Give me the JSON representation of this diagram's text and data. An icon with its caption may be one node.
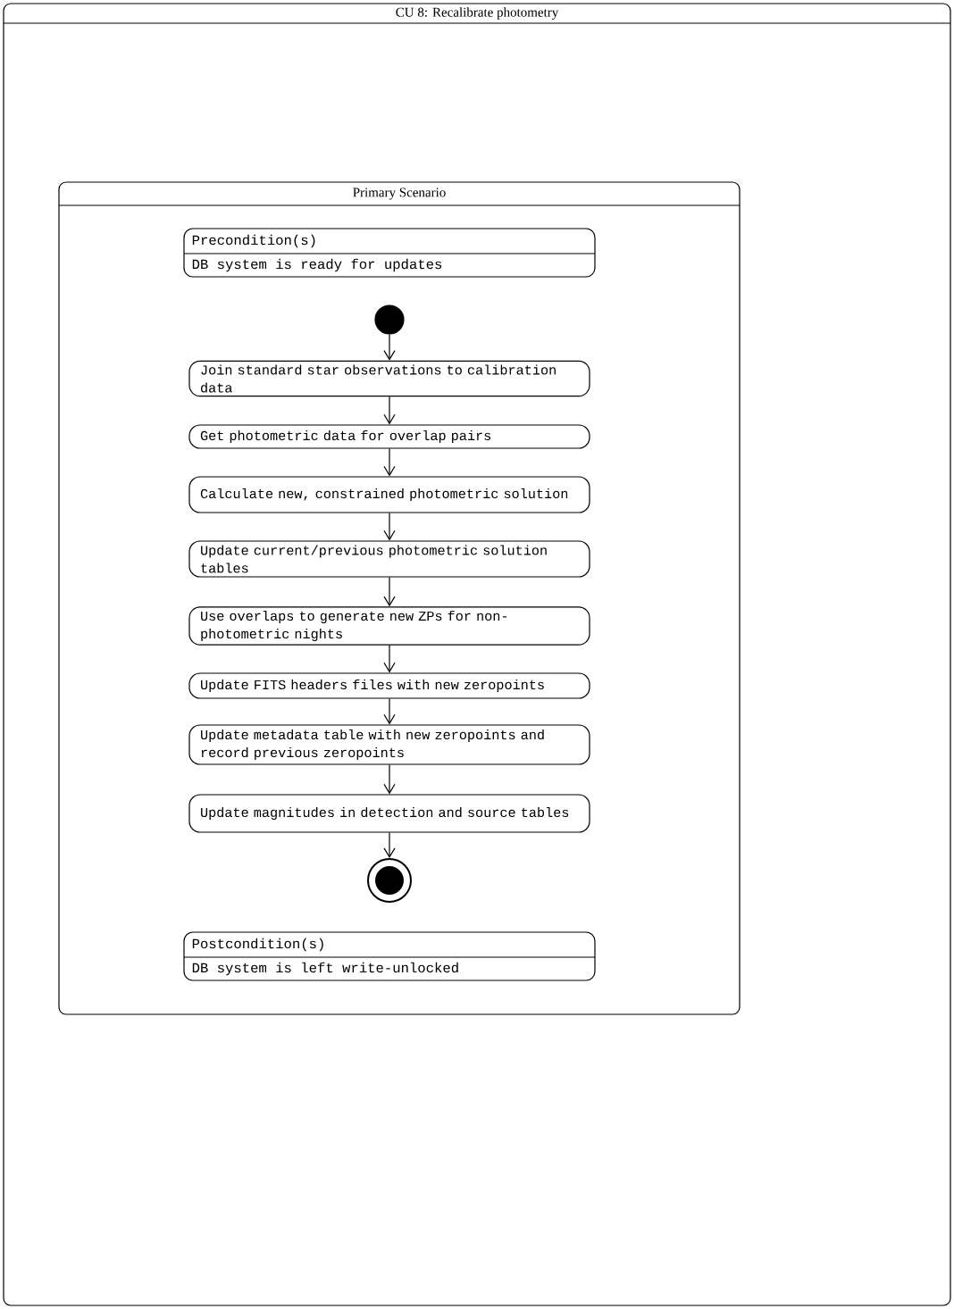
{
  "diagram": {
    "nodes": [
      {
        "text": [
          "CU 8: Recalibrate photometry"
        ]
      },
      {
        "text": [
          "Primary Scenario"
        ],
        "in": 0
      },
      {
        "text": [
          "Precondition(s)",
          "DB system is ready for updates"
        ],
        "in": 1
      },
      {
        "text": [],
        "shape": "circle",
        "in": 1
      },
      {
        "text": [
          "Join standard star observations to calibration data"
        ],
        "in": 1
      },
      {
        "text": [
          "Get photometric data for overlap pairs"
        ],
        "in": 1
      },
      {
        "text": [
          "Calculate new, constrained photometric solution"
        ],
        "in": 1
      },
      {
        "text": [
          "Update current/previous photometric solution tables"
        ],
        "in": 1
      },
      {
        "text": [
          "Use overlaps to generate new ZPs for non-photometric nights"
        ],
        "in": 1
      },
      {
        "text": [
          "Update FITS headers files with new zeropoints"
        ],
        "in": 1
      },
      {
        "text": [
          "Update metadata table with new zeropoints and record previous zeropoints"
        ],
        "in": 1
      },
      {
        "text": [
          "Update magnitudes in detection and source tables"
        ],
        "in": 1
      },
      {
        "text": [],
        "shape": "bullseye",
        "in": 1
      },
      {
        "text": [
          "Postcondition(s)",
          "DB system is left write-unlocked"
        ],
        "in": 1
      }
    ],
    "edges": [
      {
        "from": 3,
        "to": 4,
        "arrow": "to"
      },
      {
        "from": 4,
        "to": 5,
        "arrow": "to"
      },
      {
        "from": 5,
        "to": 6,
        "arrow": "to"
      },
      {
        "from": 6,
        "to": 7,
        "arrow": "to"
      },
      {
        "from": 7,
        "to": 8,
        "arrow": "to"
      },
      {
        "from": 8,
        "to": 9,
        "arrow": "to"
      },
      {
        "from": 9,
        "to": 10,
        "arrow": "to"
      },
      {
        "from": 10,
        "to": 11,
        "arrow": "to"
      },
      {
        "from": 11,
        "to": 12,
        "arrow": "to"
      }
    ]
  }
}
